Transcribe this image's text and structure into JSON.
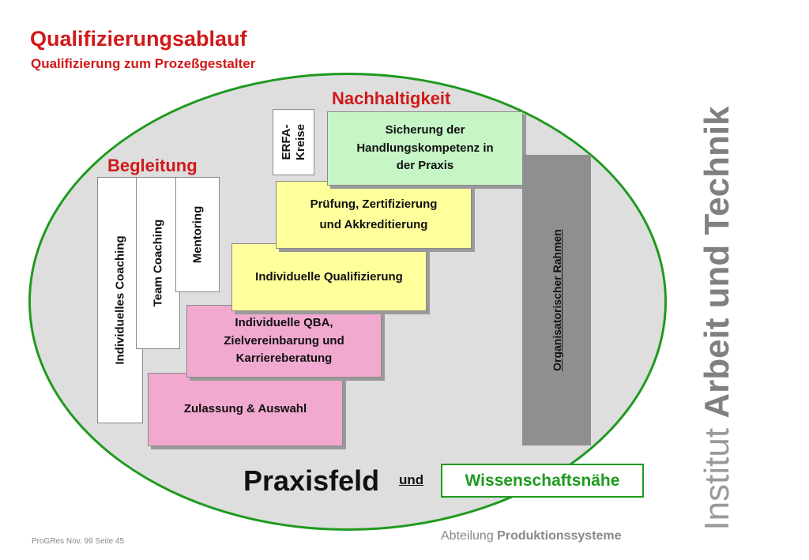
{
  "header": {
    "title": "Qualifizierungsablauf",
    "subtitle": "Qualifizierung zum Prozeßgestalter"
  },
  "diagram": {
    "labels": {
      "nachhaltigkeit": "Nachhaltigkeit",
      "begleitung": "Begleitung"
    },
    "steps": [
      "Zulassung & Auswahl",
      "Individuelle QBA,\nZielvereinbarung und\nKarriereberatung",
      "Individuelle Qualifizierung",
      "Prüfung, Zertifizierung\nund Akkreditierung",
      "Sicherung der\nHandlungskompetenz in\nder Praxis"
    ],
    "support": [
      "Individuelles Coaching",
      "Team Coaching",
      "Mentoring"
    ],
    "erfa": "ERFA-\nKreise",
    "org_frame": "Organisatorischer Rahmen",
    "bottom": {
      "praxisfeld": "Praxisfeld",
      "und": "und",
      "wissenschaftsnaehe": "Wissenschaftsnähe"
    }
  },
  "branding": {
    "institut_prefix": "Institut",
    "institut_bold": "Arbeit und Technik"
  },
  "footer": {
    "left": "ProGRes  Nov. 99 Seite 45",
    "right_prefix": "Abteilung",
    "right_bold": "Produktionssysteme"
  }
}
